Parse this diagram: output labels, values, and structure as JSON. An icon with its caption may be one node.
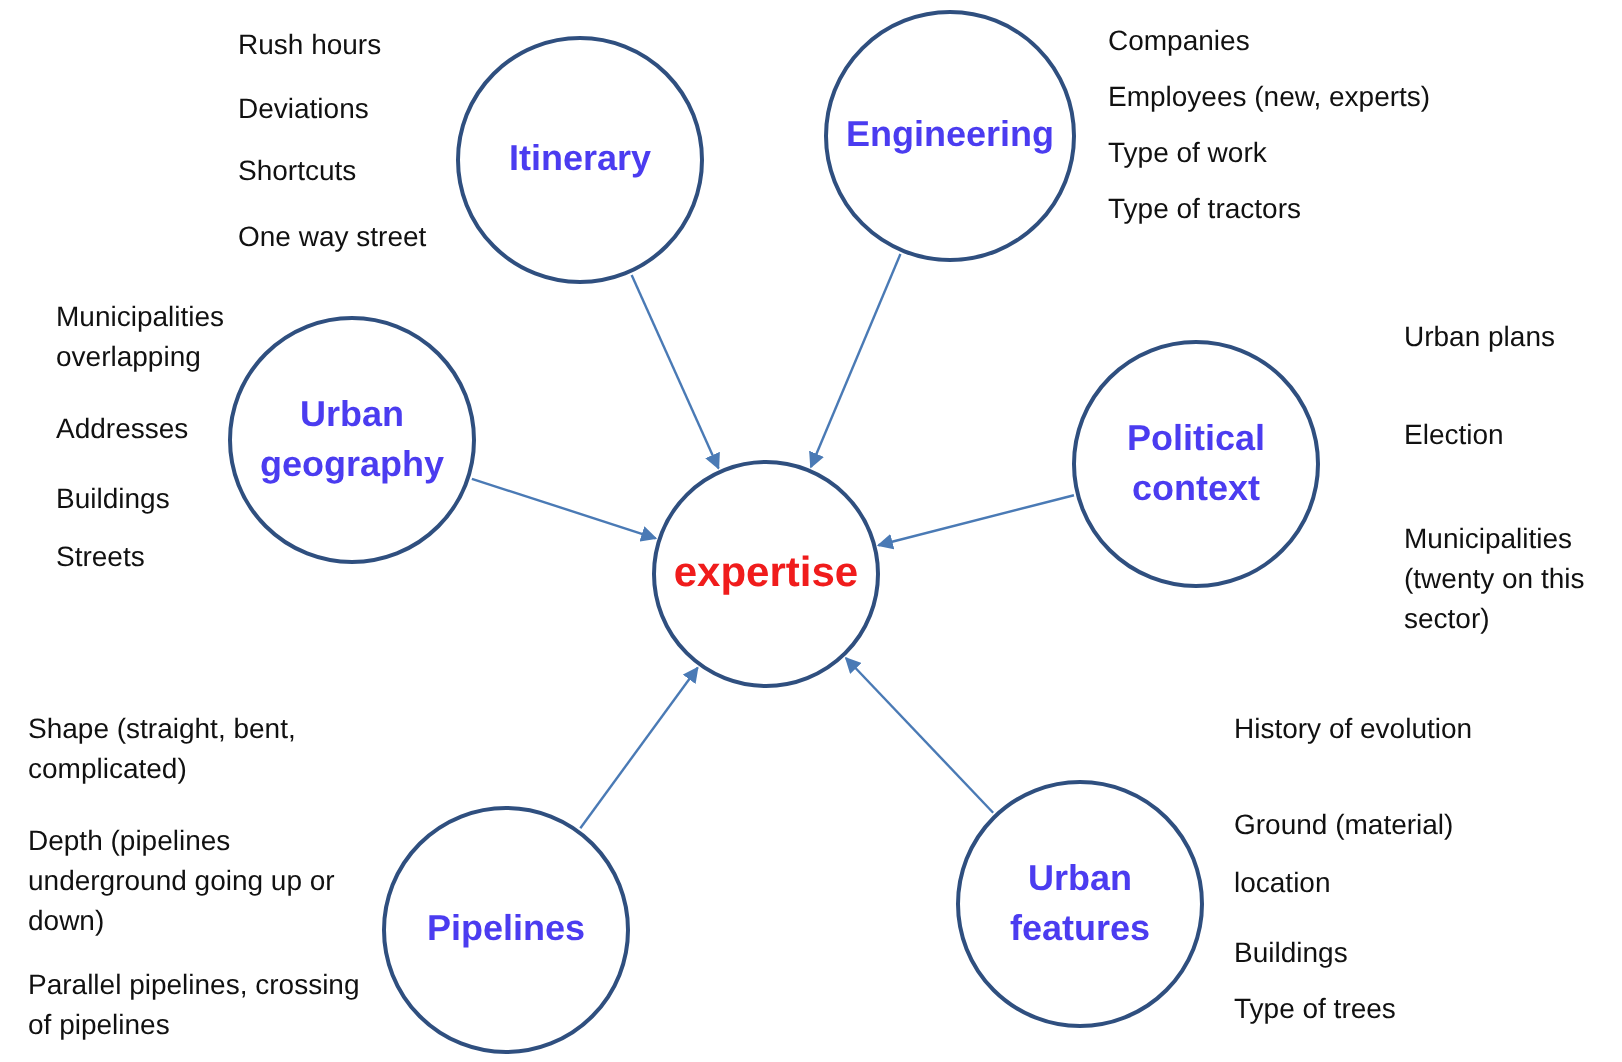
{
  "diagram": {
    "nodes": [
      {
        "text": [
          "expertise"
        ]
      },
      {
        "text": [
          "Itinerary"
        ],
        "beside": [
          "Rush hours",
          "Deviations",
          "Shortcuts",
          "One way street"
        ]
      },
      {
        "text": [
          "Engineering"
        ],
        "beside": [
          "Companies",
          "Employees (new, experts)",
          "Type of work",
          "Type of tractors"
        ]
      },
      {
        "text": [
          "Urban geography"
        ],
        "beside": [
          "Municipalities overlapping",
          "Addresses",
          "Buildings",
          "Streets"
        ]
      },
      {
        "text": [
          "Political context"
        ],
        "beside": [
          "Urban plans",
          "Election",
          "Municipalities (twenty on this sector)"
        ]
      },
      {
        "text": [
          "Pipelines"
        ],
        "beside": [
          "Shape (straight, bent, complicated)",
          "Depth (pipelines underground going up or down)",
          "Parallel pipelines, crossing of pipelines"
        ]
      },
      {
        "text": [
          "Urban features"
        ],
        "beside": [
          "History of evolution",
          "Ground (material)",
          "location",
          "Buildings",
          "Type of trees"
        ]
      }
    ],
    "edges": [
      {
        "from": 1,
        "to": 0,
        "arrow": "to"
      },
      {
        "from": 2,
        "to": 0,
        "arrow": "to"
      },
      {
        "from": 3,
        "to": 0,
        "arrow": "to"
      },
      {
        "from": 4,
        "to": 0,
        "arrow": "to"
      },
      {
        "from": 5,
        "to": 0,
        "arrow": "to"
      },
      {
        "from": 6,
        "to": 0,
        "arrow": "to"
      }
    ]
  }
}
